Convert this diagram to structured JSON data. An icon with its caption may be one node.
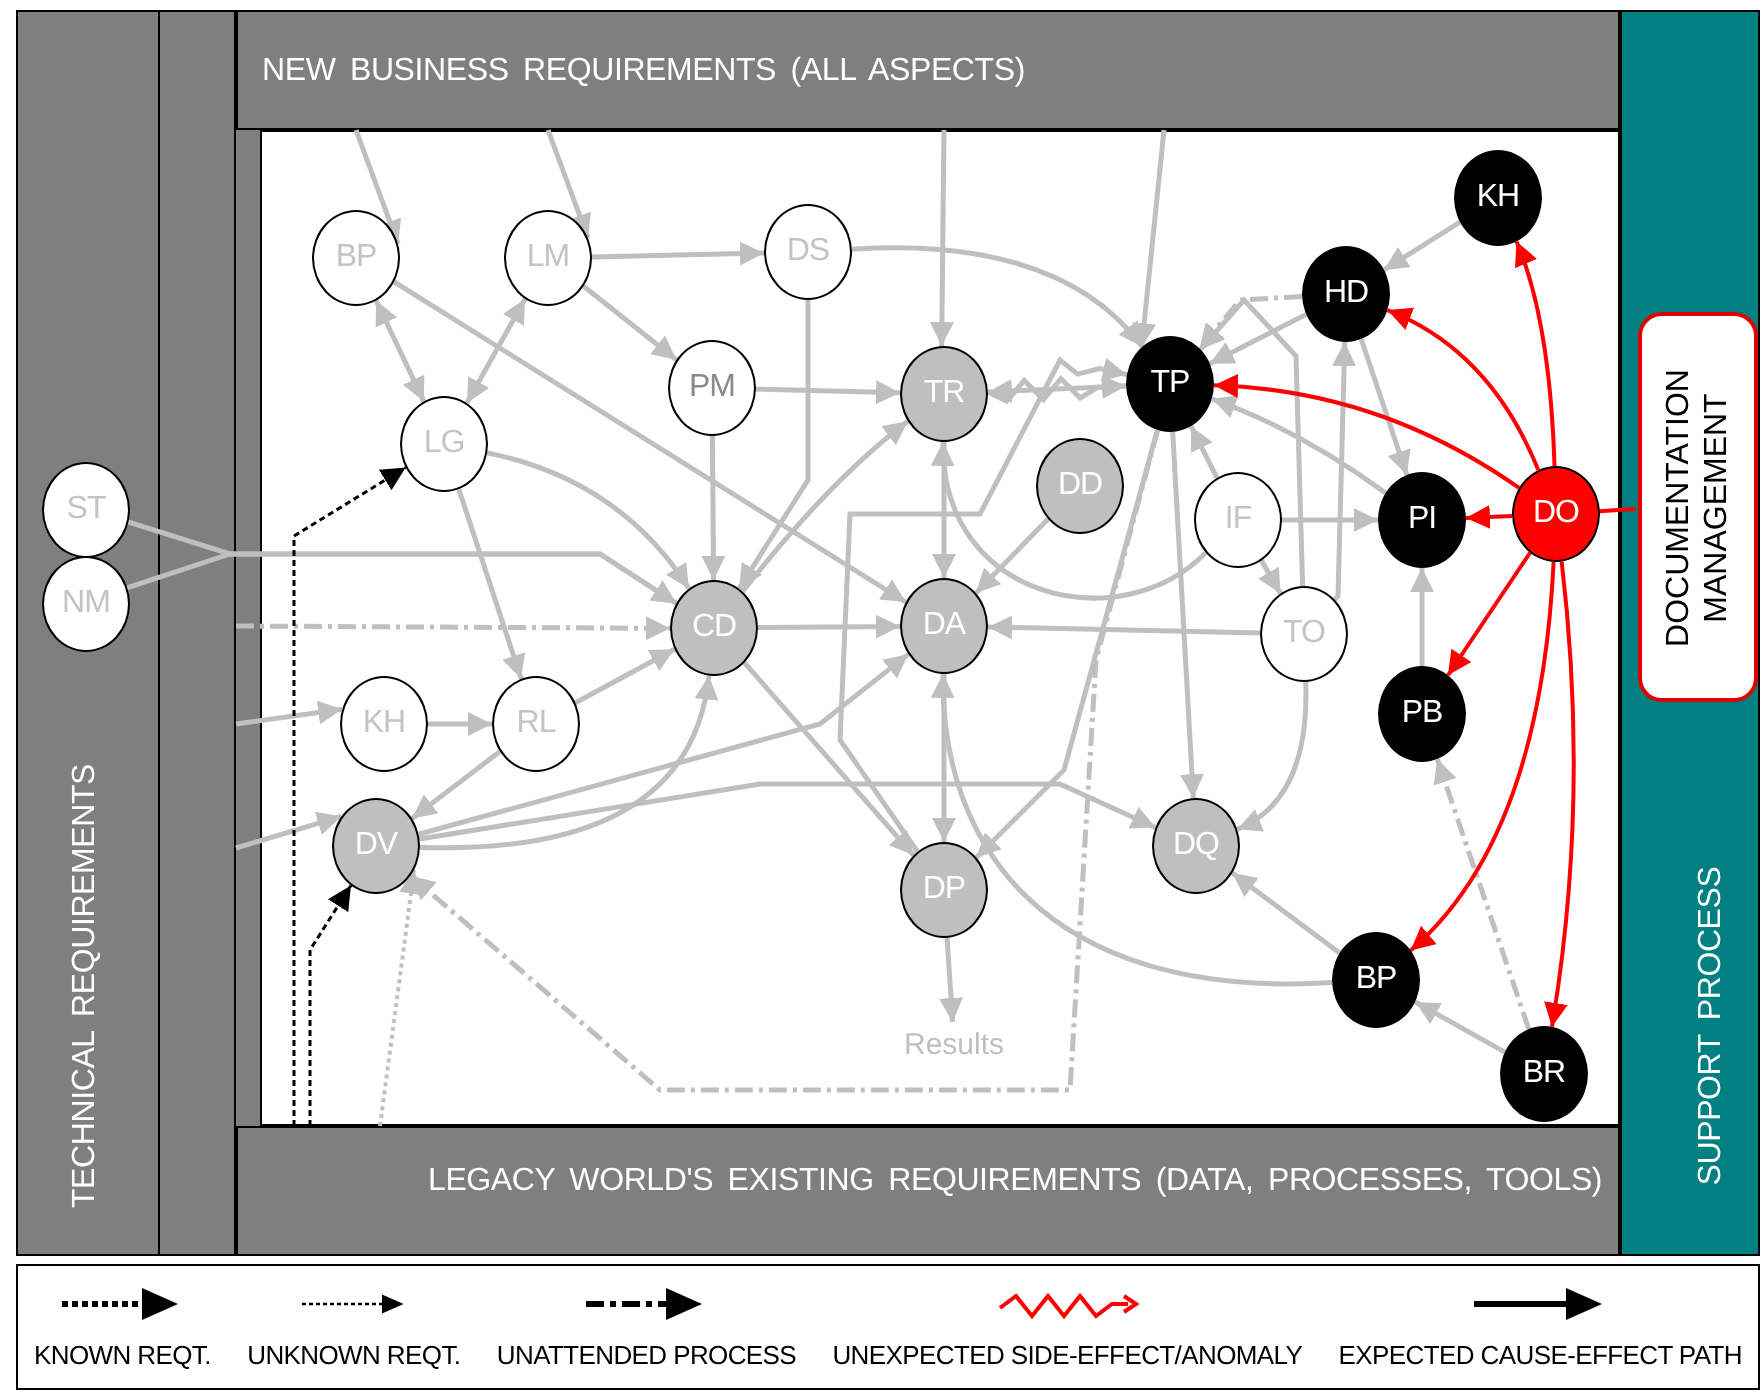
{
  "diagram": {
    "nodes": [
      {
        "text": [
          "NEW BUSINESS REQUIREMENTS (ALL ASPECTS)"
        ]
      },
      {
        "text": [
          "TECHNICAL REQUIREMENTS"
        ]
      },
      {
        "text": [
          "LEGACY WORLD'S EXISTING REQUIREMENTS (DATA, PROCESSES, TOOLS)"
        ]
      },
      {
        "text": [
          "SUPPORT PROCESS"
        ]
      },
      {
        "text": [
          "DOCUMENTATION MANAGEMENT"
        ],
        "in": 3
      },
      {
        "text": [
          "BP"
        ]
      },
      {
        "text": [
          "LM"
        ]
      },
      {
        "text": [
          "DS"
        ]
      },
      {
        "text": [
          "KH"
        ]
      },
      {
        "text": [
          "HD"
        ]
      },
      {
        "text": [
          "PM"
        ]
      },
      {
        "text": [
          "TR"
        ]
      },
      {
        "text": [
          "TP"
        ]
      },
      {
        "text": [
          "LG"
        ]
      },
      {
        "text": [
          "DD"
        ]
      },
      {
        "text": [
          "ST"
        ],
        "in": 1
      },
      {
        "text": [
          "IF"
        ]
      },
      {
        "text": [
          "PI"
        ]
      },
      {
        "text": [
          "DO"
        ]
      },
      {
        "text": [
          "NM"
        ],
        "in": 1
      },
      {
        "text": [
          "CD"
        ]
      },
      {
        "text": [
          "DA"
        ]
      },
      {
        "text": [
          "TO"
        ]
      },
      {
        "text": [
          "KH"
        ]
      },
      {
        "text": [
          "RL"
        ]
      },
      {
        "text": [
          "PB"
        ]
      },
      {
        "text": [
          "DV"
        ]
      },
      {
        "text": [
          "DP"
        ]
      },
      {
        "text": [
          "DQ"
        ]
      },
      {
        "text": [
          "BP"
        ]
      },
      {
        "text": [
          "BR"
        ]
      },
      {
        "text": [
          "Results"
        ]
      }
    ],
    "edges": [
      {
        "from": 0,
        "to": 5,
        "arrow": "to"
      },
      {
        "from": 0,
        "to": 6,
        "arrow": "to"
      },
      {
        "from": 0,
        "to": 11,
        "arrow": "to"
      },
      {
        "from": 0,
        "to": 12,
        "arrow": "to"
      },
      {
        "from": 6,
        "to": 7,
        "arrow": "to"
      },
      {
        "from": 6,
        "to": 10,
        "arrow": "to"
      },
      {
        "from": 5,
        "to": 13,
        "arrow": "both"
      },
      {
        "from": 6,
        "to": 13,
        "arrow": "both"
      },
      {
        "from": 5,
        "to": 21,
        "arrow": "to"
      },
      {
        "from": 7,
        "to": 20,
        "arrow": "to"
      },
      {
        "from": 7,
        "to": 12,
        "arrow": "to"
      },
      {
        "from": 10,
        "to": 11,
        "arrow": "to"
      },
      {
        "from": 10,
        "to": 20,
        "arrow": "to"
      },
      {
        "from": 13,
        "to": 20,
        "arrow": "to"
      },
      {
        "from": 13,
        "to": 24,
        "arrow": "to"
      },
      {
        "from": 15,
        "to": 20,
        "arrow": "to"
      },
      {
        "from": 19,
        "to": 20,
        "arrow": "to"
      },
      {
        "from": 1,
        "to": 20,
        "arrow": "to",
        "style": "dashed"
      },
      {
        "from": 1,
        "to": 23,
        "arrow": "to"
      },
      {
        "from": 1,
        "to": 26,
        "arrow": "to"
      },
      {
        "from": 23,
        "to": 24,
        "arrow": "to"
      },
      {
        "from": 24,
        "to": 20,
        "arrow": "to"
      },
      {
        "from": 24,
        "to": 26,
        "arrow": "to"
      },
      {
        "from": 26,
        "to": 20,
        "arrow": "to"
      },
      {
        "from": 26,
        "to": 21,
        "arrow": "to"
      },
      {
        "from": 26,
        "to": 28,
        "arrow": "to"
      },
      {
        "from": 2,
        "to": 13,
        "arrow": "to",
        "style": "dashed",
        "color": "#000000"
      },
      {
        "from": 2,
        "to": 26,
        "arrow": "to",
        "style": "dashed",
        "color": "#000000"
      },
      {
        "from": 2,
        "to": 26,
        "arrow": "to",
        "style": "dashed"
      },
      {
        "from": 12,
        "to": 26,
        "arrow": "to",
        "style": "dashed"
      },
      {
        "from": 9,
        "to": 12,
        "arrow": "to",
        "style": "dashed"
      },
      {
        "from": 9,
        "to": 12,
        "arrow": "to"
      },
      {
        "from": 30,
        "to": 25,
        "arrow": "to",
        "style": "dashed"
      },
      {
        "from": 20,
        "to": 21,
        "arrow": "to"
      },
      {
        "from": 20,
        "to": 27,
        "arrow": "to"
      },
      {
        "from": 20,
        "to": 11,
        "arrow": "to"
      },
      {
        "from": 21,
        "to": 27,
        "arrow": "to"
      },
      {
        "from": 11,
        "to": 21,
        "arrow": "to"
      },
      {
        "from": 12,
        "to": 11,
        "arrow": "to"
      },
      {
        "from": 11,
        "to": 12,
        "arrow": "to"
      },
      {
        "from": 27,
        "to": 12,
        "arrow": "to"
      },
      {
        "from": 12,
        "to": 27,
        "arrow": "to"
      },
      {
        "from": 12,
        "to": 28,
        "arrow": "to"
      },
      {
        "from": 14,
        "to": 21,
        "arrow": "to"
      },
      {
        "from": 16,
        "to": 12,
        "arrow": "to"
      },
      {
        "from": 16,
        "to": 17,
        "arrow": "to"
      },
      {
        "from": 16,
        "to": 22,
        "arrow": "to"
      },
      {
        "from": 16,
        "to": 11,
        "arrow": "to"
      },
      {
        "from": 22,
        "to": 21,
        "arrow": "to"
      },
      {
        "from": 22,
        "to": 28,
        "arrow": "to"
      },
      {
        "from": 22,
        "to": 12,
        "arrow": "to"
      },
      {
        "from": 22,
        "to": 9,
        "arrow": "to"
      },
      {
        "from": 9,
        "to": 17,
        "arrow": "to"
      },
      {
        "from": 8,
        "to": 9,
        "arrow": "to"
      },
      {
        "from": 17,
        "to": 12,
        "arrow": "to"
      },
      {
        "from": 25,
        "to": 17,
        "arrow": "to"
      },
      {
        "from": 29,
        "to": 28,
        "arrow": "to"
      },
      {
        "from": 29,
        "to": 21,
        "arrow": "to"
      },
      {
        "from": 30,
        "to": 29,
        "arrow": "to"
      },
      {
        "from": 27,
        "to": 31,
        "arrow": "to"
      },
      {
        "from": 18,
        "to": 8,
        "arrow": "to",
        "color": "#ff0000"
      },
      {
        "from": 18,
        "to": 9,
        "arrow": "to",
        "color": "#ff0000"
      },
      {
        "from": 18,
        "to": 12,
        "arrow": "to",
        "color": "#ff0000"
      },
      {
        "from": 18,
        "to": 17,
        "arrow": "to",
        "color": "#ff0000"
      },
      {
        "from": 18,
        "to": 25,
        "arrow": "to",
        "color": "#ff0000"
      },
      {
        "from": 18,
        "to": 29,
        "arrow": "to",
        "color": "#ff0000"
      },
      {
        "from": 18,
        "to": 30,
        "arrow": "to",
        "color": "#ff0000"
      },
      {
        "from": 18,
        "to": 4,
        "arrow": "none",
        "color": "#ff0000"
      }
    ],
    "legend": [
      {
        "text": "KNOWN REQT."
      },
      {
        "text": "UNKNOWN REQT."
      },
      {
        "text": "UNATTENDED PROCESS"
      },
      {
        "text": "UNEXPECTED SIDE-EFFECT/ANOMALY"
      },
      {
        "text": "EXPECTED CAUSE-EFFECT PATH"
      }
    ]
  }
}
